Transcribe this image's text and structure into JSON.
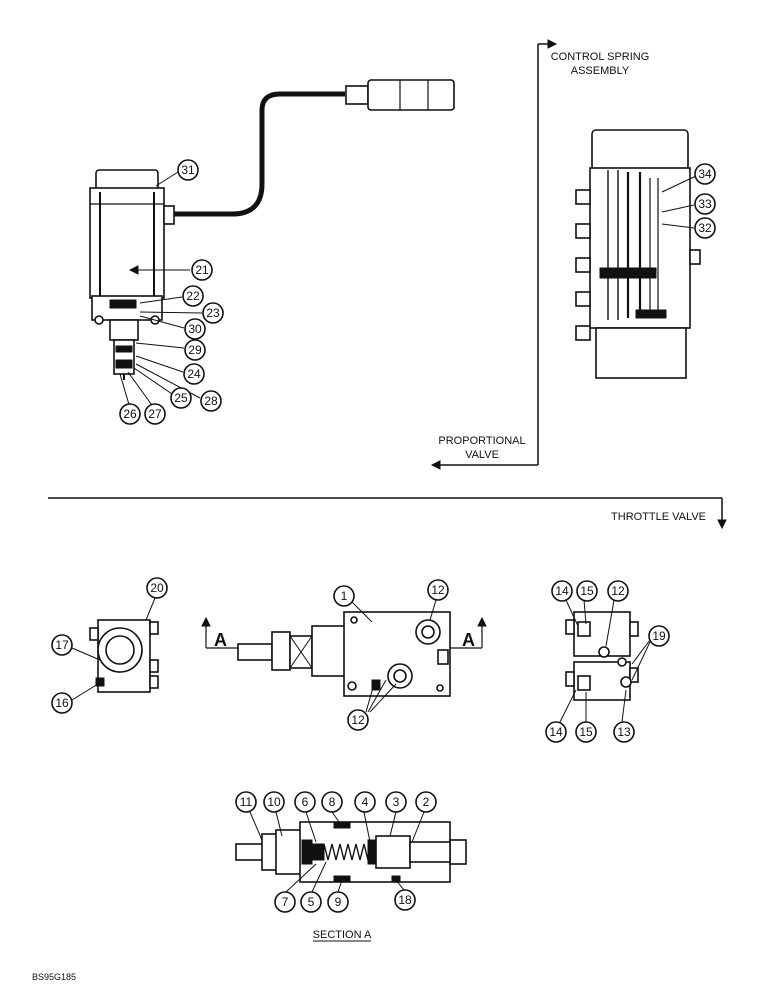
{
  "labels": {
    "control_spring_line1": "CONTROL SPRING",
    "control_spring_line2": "ASSEMBLY",
    "proportional_line1": "PROPORTIONAL",
    "proportional_line2": "VALVE",
    "throttle_valve": "THROTTLE VALVE",
    "section_marker_left": "A",
    "section_marker_right": "A",
    "section_a": "SECTION A",
    "figure_code": "BS95G185"
  },
  "callouts": {
    "proportional": [
      "31",
      "21",
      "22",
      "23",
      "30",
      "29",
      "24",
      "28",
      "25",
      "27",
      "26"
    ],
    "control_spring": [
      "34",
      "33",
      "32"
    ],
    "end_view_left": [
      "20",
      "17",
      "16"
    ],
    "main_valve": [
      "1",
      "12",
      "12"
    ],
    "end_view_right": [
      "14",
      "15",
      "12",
      "19",
      "14",
      "15",
      "13"
    ],
    "section": [
      "11",
      "10",
      "6",
      "8",
      "4",
      "3",
      "2",
      "7",
      "5",
      "9",
      "18"
    ]
  }
}
